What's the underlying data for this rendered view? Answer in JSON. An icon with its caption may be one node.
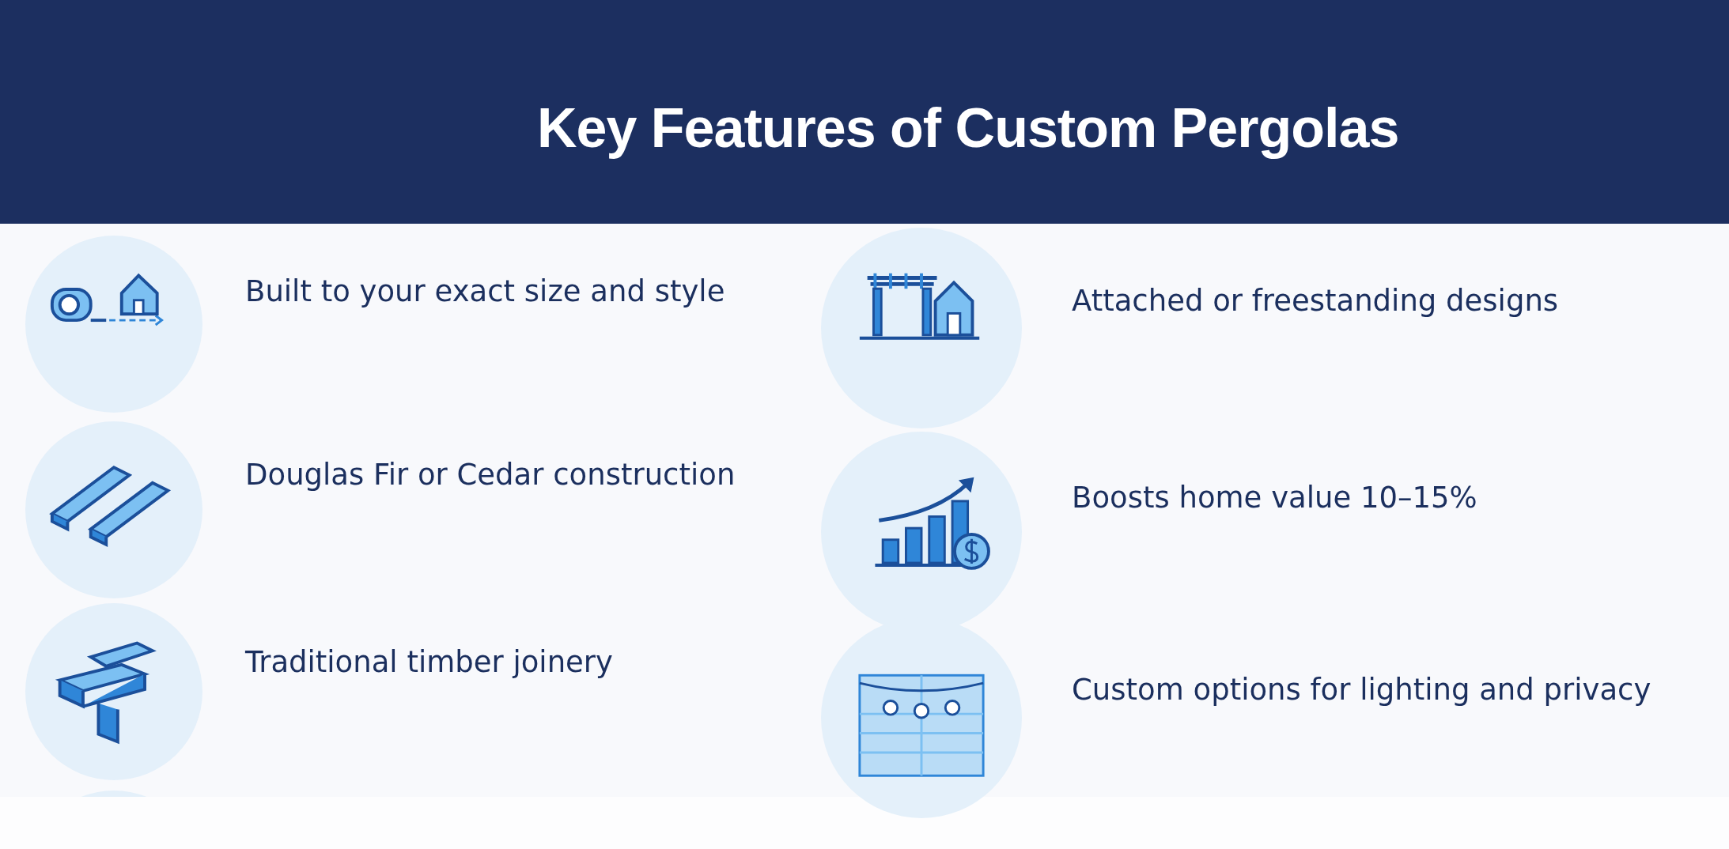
{
  "diagram": {
    "title": "Key Features of Custom Pergolas",
    "labels": [
      "Built to your exact size and style",
      "Attached or freestanding designs",
      "Douglas Fir or Cedar construction",
      "Boosts home value 10–15%",
      "Traditional timber joinery",
      "Custom options for lighting and privacy"
    ]
  }
}
